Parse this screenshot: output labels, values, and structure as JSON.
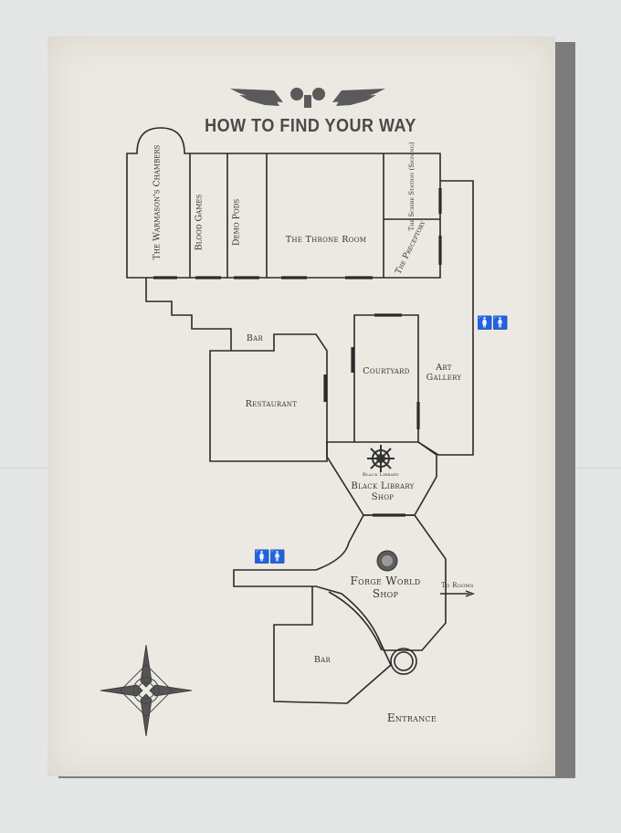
{
  "title": "HOW TO FIND YOUR WAY",
  "rooms": {
    "warmasons_chambers": "The Warmason's Chambers",
    "blood_games": "Blood Games",
    "demo_pods": "Demo Pods",
    "throne_room": "The Throne Room",
    "scribe_station": "The Scribe Station (Signing)",
    "preceptory": "The Preceptory",
    "bar_upper": "Bar",
    "restaurant": "Restaurant",
    "courtyard": "Courtyard",
    "art_gallery": "Art Gallery",
    "black_library_logo_text": "Black Library",
    "black_library_shop": "Black Library Shop",
    "forge_world_shop": "Forge World Shop",
    "to_rooms": "To Rooms",
    "bar_lower": "Bar",
    "entrance": "Entrance"
  },
  "icons": {
    "toilets": "toilets-icon",
    "compass": "compass-rose-icon",
    "eagle": "aquila-eagle-icon"
  }
}
